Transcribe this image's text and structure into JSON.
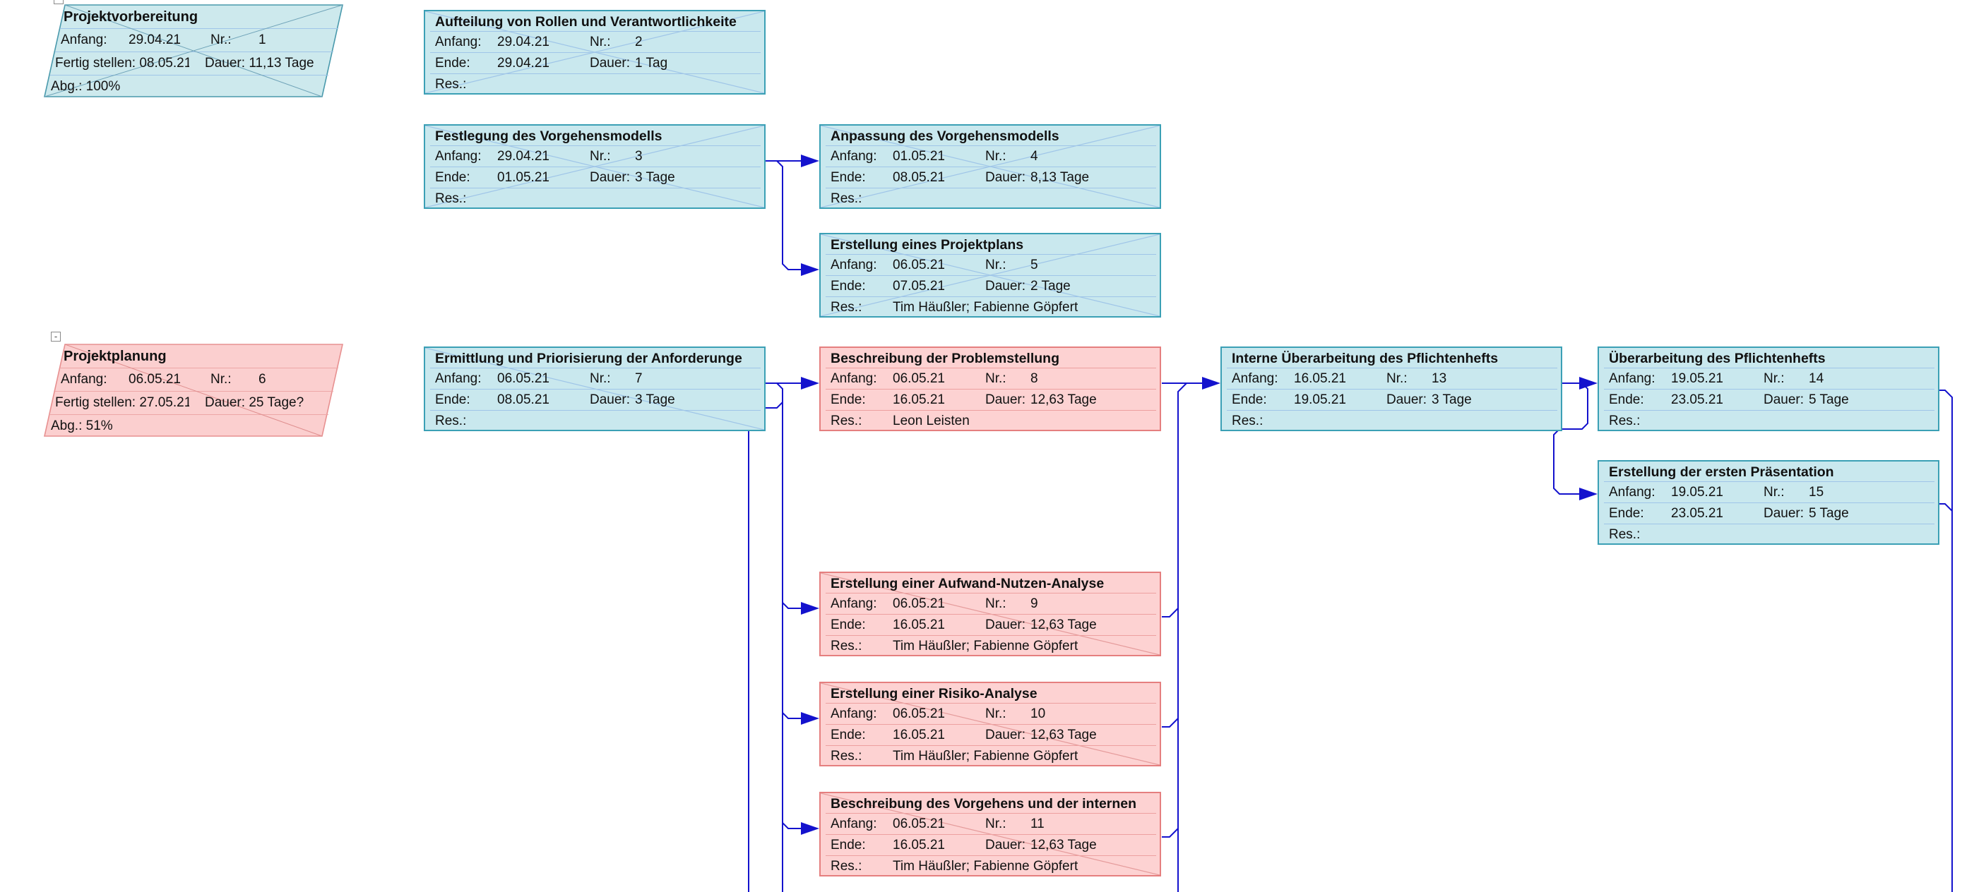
{
  "diagram": {
    "app_context": "Projekt-Netzplandiagramm",
    "background": "#ffffff",
    "connector_color": "#1412cd",
    "styles": {
      "normal": {
        "fill": "#c9e8ee",
        "border": "#3ba0b5",
        "inner_line": "#9fc5e8"
      },
      "critical": {
        "fill": "#fdd2d2",
        "border": "#e57f7f",
        "inner_line": "#eda0a0"
      }
    },
    "labels": {
      "start": "Anfang:",
      "end": "Ende:",
      "nr": "Nr.:",
      "duration": "Dauer:",
      "res": "Res.:",
      "finish": "Fertig stellen:",
      "complete": "Abg.:",
      "collapse": "-"
    },
    "summaries": [
      {
        "title": "Projektvorbereitung",
        "start": "29.04.21",
        "nr": "1",
        "finish": "08.05.21",
        "duration": "11,13 Tage",
        "complete": "100%",
        "style": "normal",
        "progress": "complete"
      },
      {
        "title": "Projektplanung",
        "start": "06.05.21",
        "nr": "6",
        "finish": "27.05.21",
        "duration": "25 Tage?",
        "complete": "51%",
        "style": "critical",
        "progress": "in-progress"
      }
    ],
    "tasks": [
      {
        "title": "Aufteilung von Rollen und Verantwortlichkeite",
        "start": "29.04.21",
        "nr": "2",
        "end": "29.04.21",
        "duration": "1 Tag",
        "res": "",
        "style": "normal",
        "progress": "complete"
      },
      {
        "title": "Festlegung des Vorgehensmodells",
        "start": "29.04.21",
        "nr": "3",
        "end": "01.05.21",
        "duration": "3 Tage",
        "res": "",
        "style": "normal",
        "progress": "complete"
      },
      {
        "title": "Anpassung des Vorgehensmodells",
        "start": "01.05.21",
        "nr": "4",
        "end": "08.05.21",
        "duration": "8,13 Tage",
        "res": "",
        "style": "normal",
        "progress": "complete"
      },
      {
        "title": "Erstellung eines Projektplans",
        "start": "06.05.21",
        "nr": "5",
        "end": "07.05.21",
        "duration": "2 Tage",
        "res": "Tim Häußler; Fabienne Göpfert",
        "style": "normal",
        "progress": "complete"
      },
      {
        "title": "Ermittlung und Priorisierung der Anforderunge",
        "start": "06.05.21",
        "nr": "7",
        "end": "08.05.21",
        "duration": "3 Tage",
        "res": "",
        "style": "normal",
        "progress": "in-progress"
      },
      {
        "title": "Beschreibung der Problemstellung",
        "start": "06.05.21",
        "nr": "8",
        "end": "16.05.21",
        "duration": "12,63 Tage",
        "res": "Leon Leisten",
        "style": "critical",
        "progress": "none"
      },
      {
        "title": "Erstellung einer Aufwand-Nutzen-Analyse",
        "start": "06.05.21",
        "nr": "9",
        "end": "16.05.21",
        "duration": "12,63 Tage",
        "res": "Tim Häußler; Fabienne Göpfert",
        "style": "critical",
        "progress": "in-progress"
      },
      {
        "title": "Erstellung einer Risiko-Analyse",
        "start": "06.05.21",
        "nr": "10",
        "end": "16.05.21",
        "duration": "12,63 Tage",
        "res": "Tim Häußler; Fabienne Göpfert",
        "style": "critical",
        "progress": "in-progress"
      },
      {
        "title": "Beschreibung des Vorgehens und der internen",
        "start": "06.05.21",
        "nr": "11",
        "end": "16.05.21",
        "duration": "12,63 Tage",
        "res": "Tim Häußler; Fabienne Göpfert",
        "style": "critical",
        "progress": "in-progress"
      },
      {
        "title": "Interne Überarbeitung des Pflichtenhefts",
        "start": "16.05.21",
        "nr": "13",
        "end": "19.05.21",
        "duration": "3 Tage",
        "res": "",
        "style": "normal",
        "progress": "none"
      },
      {
        "title": "Überarbeitung des Pflichtenhefts",
        "start": "19.05.21",
        "nr": "14",
        "end": "23.05.21",
        "duration": "5 Tage",
        "res": "",
        "style": "normal",
        "progress": "none"
      },
      {
        "title": "Erstellung der ersten Präsentation",
        "start": "19.05.21",
        "nr": "15",
        "end": "23.05.21",
        "duration": "5 Tage",
        "res": "",
        "style": "normal",
        "progress": "none"
      }
    ],
    "links": [
      {
        "from": "3",
        "to": "4"
      },
      {
        "from": "3",
        "to": "5"
      },
      {
        "from": "7",
        "to": "8"
      },
      {
        "from": "7",
        "to": "9"
      },
      {
        "from": "7",
        "to": "10"
      },
      {
        "from": "7",
        "to": "11"
      },
      {
        "from": "8",
        "to": "13"
      },
      {
        "from": "9",
        "to": "13"
      },
      {
        "from": "10",
        "to": "13"
      },
      {
        "from": "11",
        "to": "13"
      },
      {
        "from": "13",
        "to": "14"
      },
      {
        "from": "13",
        "to": "15"
      }
    ]
  }
}
